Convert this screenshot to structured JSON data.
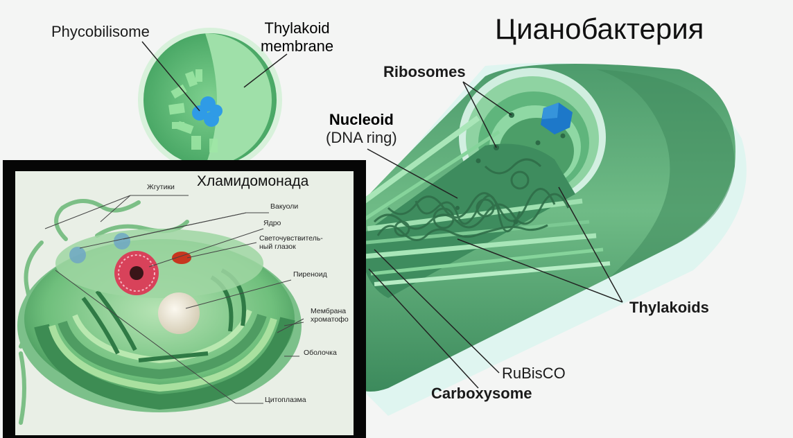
{
  "title": "Цианобактерия",
  "cyanobacteria_labels": {
    "phycobilisome": "Phycobilisome",
    "thylakoid_membrane_line1": "Thylakoid",
    "thylakoid_membrane_line2": "membrane",
    "ribosomes": "Ribosomes",
    "nucleoid": "Nucleoid",
    "dna_ring": "(DNA ring)",
    "thylakoids": "Thylakoids",
    "rubisco": "RuBisCO",
    "carboxysome": "Carboxysome"
  },
  "inset": {
    "title": "Хламидомонада",
    "labels": {
      "flagella": "Жгутики",
      "vacuoles": "Вакуоли",
      "nucleus": "Ядро",
      "eyespot_line1": "Светочувствитель-",
      "eyespot_line2": "ный глазок",
      "pyrenoid": "Пиреноид",
      "chromatophore_line1": "Мембрана",
      "chromatophore_line2": "хроматофо",
      "shell": "Оболочка",
      "cytoplasm": "Цитоплазма"
    }
  },
  "colors": {
    "cell_dark": "#3f8f62",
    "cell_mid": "#5dae77",
    "cell_light": "#8fd6a0",
    "glow": "#c9f2e9",
    "carboxysome": "#1d78c9",
    "phycobilisome_blue": "#2f9be6",
    "nucleus_red": "#d8425a",
    "pyrenoid": "#e9e2cf"
  }
}
